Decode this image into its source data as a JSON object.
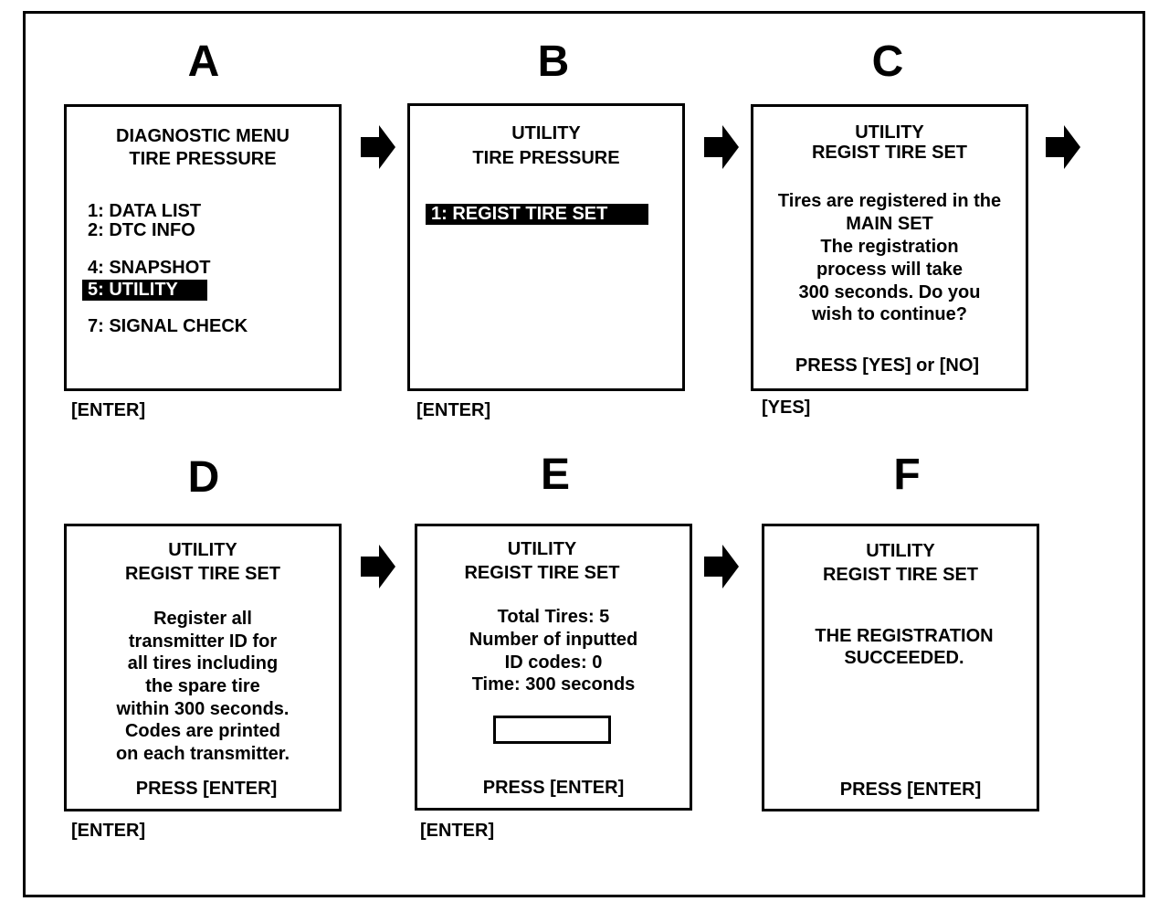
{
  "panels": {
    "a": {
      "letter": "A",
      "lines": [
        "DIAGNOSTIC MENU",
        "TIRE PRESSURE"
      ],
      "menu": {
        "item1": "1:  DATA LIST",
        "item2": "2:  DTC INFO",
        "item4": "4:  SNAPSHOT",
        "item5": "5:  UTILITY",
        "item7": "7:  SIGNAL CHECK"
      },
      "key": "[ENTER]"
    },
    "b": {
      "letter": "B",
      "lines": [
        "UTILITY",
        "TIRE PRESSURE"
      ],
      "menu": {
        "item1": "1:  REGIST TIRE SET"
      },
      "key": "[ENTER]"
    },
    "c": {
      "letter": "C",
      "lines": [
        "UTILITY",
        "REGIST TIRE SET"
      ],
      "body": [
        "Tires are registered in the",
        "MAIN SET",
        "The registration",
        "process will take",
        "300 seconds. Do you",
        "wish to continue?"
      ],
      "prompt": "PRESS [YES] or [NO]",
      "key": "[YES]"
    },
    "d": {
      "letter": "D",
      "lines": [
        "UTILITY",
        "REGIST TIRE SET"
      ],
      "body": [
        "Register all",
        "transmitter ID for",
        "all tires including",
        "the spare tire",
        "within 300 seconds.",
        "Codes are printed",
        "on each transmitter."
      ],
      "prompt": "PRESS [ENTER]",
      "key": "[ENTER]"
    },
    "e": {
      "letter": "E",
      "lines": [
        "UTILITY",
        "REGIST TIRE SET"
      ],
      "body": [
        "Total Tires: 5",
        "Number of inputted",
        "ID codes: 0",
        "Time: 300 seconds"
      ],
      "prompt": "PRESS [ENTER]",
      "key": "[ENTER]"
    },
    "f": {
      "letter": "F",
      "lines": [
        "UTILITY",
        "REGIST TIRE SET"
      ],
      "body": [
        "THE REGISTRATION",
        "SUCCEEDED."
      ],
      "prompt": "PRESS [ENTER]"
    }
  },
  "icons": {
    "arrow": "right-arrow-icon"
  }
}
